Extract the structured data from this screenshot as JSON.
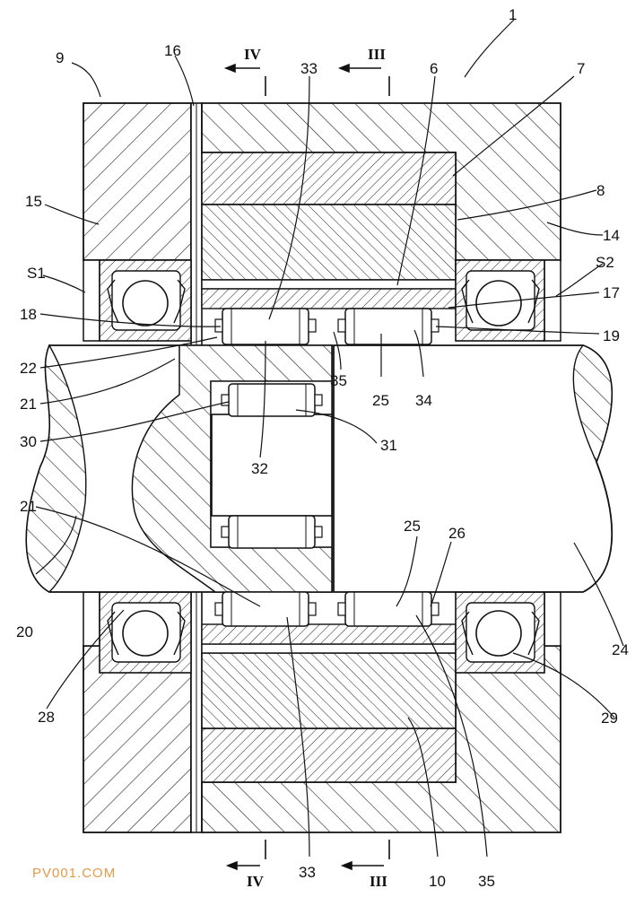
{
  "figure": {
    "labels": {
      "n1": "1",
      "n6": "6",
      "n7": "7",
      "n8": "8",
      "n9": "9",
      "n10": "10",
      "n14": "14",
      "n15": "15",
      "n16": "16",
      "n17": "17",
      "n18": "18",
      "n19": "19",
      "n20": "20",
      "n21a": "21",
      "n21b": "21",
      "n22": "22",
      "n24": "24",
      "n25a": "25",
      "n25b": "25",
      "n26": "26",
      "n28": "28",
      "n29": "29",
      "n30": "30",
      "n31": "31",
      "n32": "32",
      "n33a": "33",
      "n33b": "33",
      "n34": "34",
      "n35a": "35",
      "n35b": "35",
      "s1": "S1",
      "s2": "S2"
    },
    "section_marks": {
      "iv_top": "IV",
      "iii_top": "III",
      "iv_bottom": "IV",
      "iii_bottom": "III"
    }
  },
  "watermark": "PV001.COM"
}
